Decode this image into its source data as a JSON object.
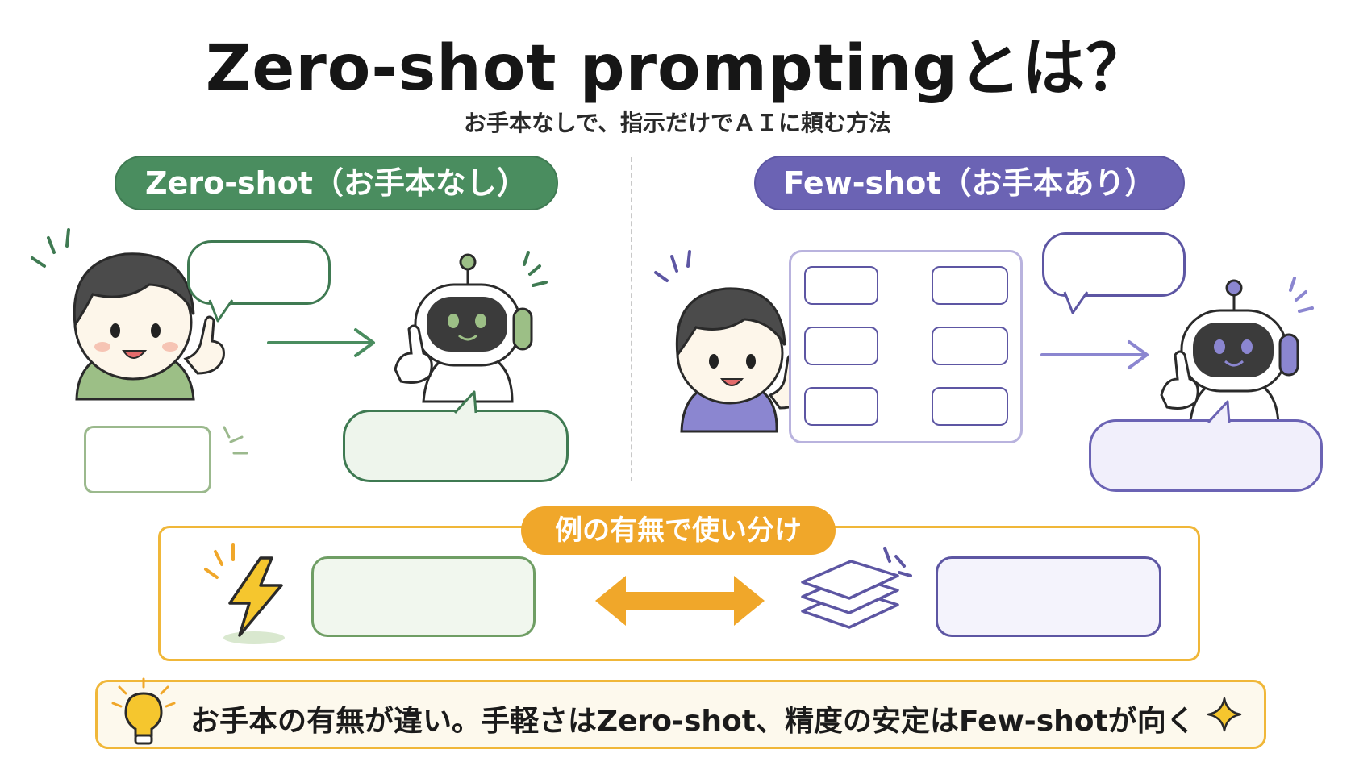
{
  "title": "Zero-shot promptingとは？",
  "subtitle": "お手本なしで、指示だけでＡＩに頼む方法",
  "left_panel": {
    "label": "Zero-shot（お手本なし）"
  },
  "right_panel": {
    "label": "Few-shot（お手本あり）"
  },
  "usage": {
    "label": "例の有無で使い分け"
  },
  "summary": {
    "text": "お手本の有無が違い。手軽さはZero-shot、精度の安定はFew-shotが向く"
  },
  "colors": {
    "zero_shot_accent": "#4a8d5f",
    "few_shot_accent": "#6b63b4",
    "usage_accent": "#f0a72a"
  },
  "icons": [
    "person-icon",
    "robot-icon",
    "lightning-icon",
    "stack-icon",
    "lightbulb-icon",
    "sparkle-icon",
    "double-arrow-icon"
  ]
}
